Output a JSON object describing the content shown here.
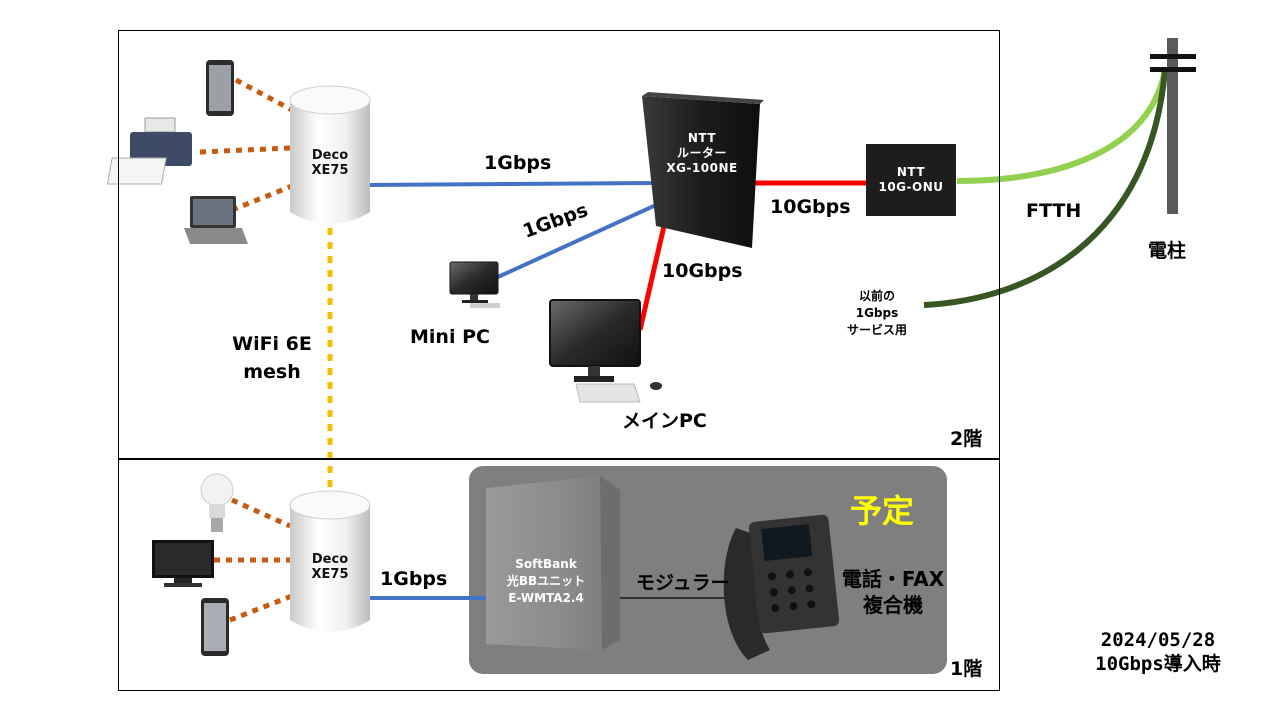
{
  "floors": {
    "upper": "2階",
    "lower": "1階"
  },
  "devices": {
    "deco_upper": [
      "Deco",
      "XE75"
    ],
    "deco_lower": [
      "Deco",
      "XE75"
    ],
    "router": [
      "NTT",
      "ルーター",
      "XG-100NE"
    ],
    "onu": [
      "NTT",
      "10G-ONU"
    ],
    "softbank": [
      "SoftBank",
      "光BBユニット",
      "E-WMTA2.4"
    ],
    "mini_pc": "Mini PC",
    "main_pc": "メインPC",
    "pole": "電柱",
    "phone_fax": [
      "電話・FAX",
      "複合機"
    ]
  },
  "links": {
    "deco_router": "1Gbps",
    "minipc_router": "1Gbps",
    "router_onu": "10Gbps",
    "router_mainpc": "10Gbps",
    "deco_softbank": "1Gbps",
    "softbank_phone": "モジュラー",
    "onu_pole": "FTTH",
    "wifi_mesh": [
      "WiFi 6E",
      "mesh"
    ],
    "old_line": [
      "以前の",
      "1Gbps",
      "サービス用"
    ]
  },
  "planned_label": "予定",
  "footer": [
    "2024/05/28",
    "10Gbps導入時"
  ],
  "colors": {
    "gigabit_line": "#4472c4",
    "ten_gig_line": "#ff0000",
    "wireless_client_line": "#c55a11",
    "mesh_line": "#f4c000",
    "ftth_line": "#92d050",
    "old_fiber_line": "#375623",
    "planned_area": "#7f7f7f",
    "planned_text": "#ffff00"
  }
}
